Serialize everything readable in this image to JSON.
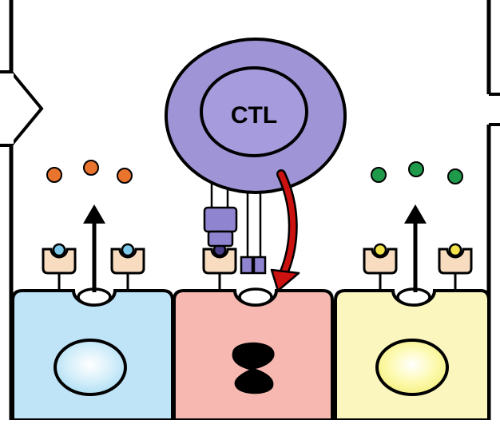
{
  "diagram": {
    "ctl_label": "CTL",
    "cells": [
      {
        "name": "left-epithelial-cell",
        "fill": "#bfe3f7",
        "nucleus": "round-light-blue"
      },
      {
        "name": "center-target-cell",
        "fill": "#f7b8b1",
        "nucleus": "fragmented-black"
      },
      {
        "name": "right-epithelial-cell",
        "fill": "#fbf6bd",
        "nucleus": "round-light-yellow"
      }
    ],
    "secreted_dots": {
      "left": {
        "color": "#e8742e",
        "count": 3
      },
      "right": {
        "color": "#1e9a4a",
        "count": 3
      }
    },
    "colors": {
      "ctl_outer": "#9f95d6",
      "ctl_inner": "#a69bdc",
      "receptor": "#f8dcc0",
      "molecule_blue": "#7ec9ea",
      "molecule_yellow": "#f3e34a",
      "kill_arrow": "#cc1111",
      "tcr": "#8f84cf"
    }
  }
}
